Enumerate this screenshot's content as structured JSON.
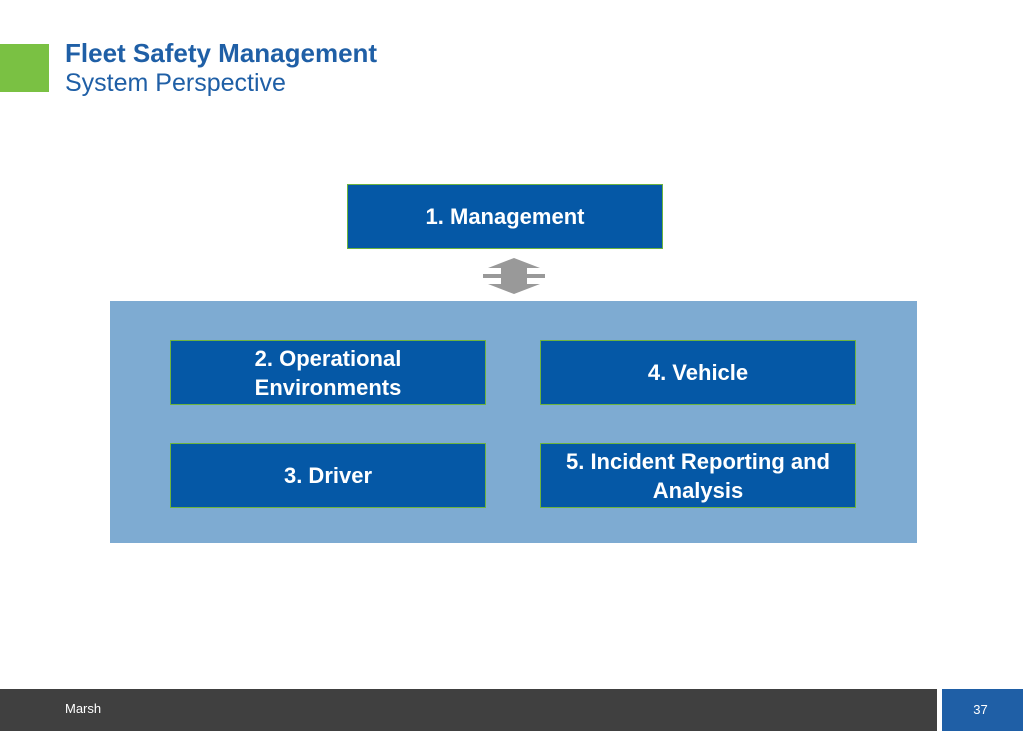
{
  "header": {
    "title": "Fleet Safety Management",
    "subtitle": "System Perspective"
  },
  "diagram": {
    "top_box": "1. Management",
    "connector_icon": "double-arrow-vertical-icon",
    "boxes": [
      {
        "label": "2. Operational Environments"
      },
      {
        "label": "4. Vehicle"
      },
      {
        "label": "3. Driver"
      },
      {
        "label": "5. Incident Reporting and Analysis"
      }
    ]
  },
  "footer": {
    "company": "Marsh",
    "page_number": "37"
  },
  "colors": {
    "accent_green": "#7ac143",
    "brand_blue": "#1f5fa6",
    "box_blue": "#0558a6",
    "panel_blue": "#7eabd2",
    "footer_gray": "#404040"
  }
}
